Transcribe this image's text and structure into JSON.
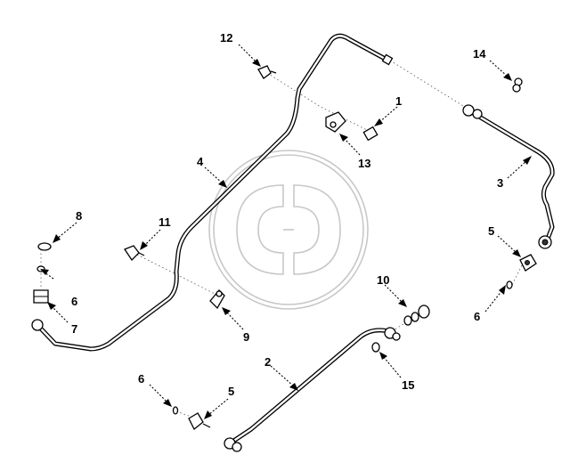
{
  "callouts": [
    {
      "id": "c1",
      "label": "1"
    },
    {
      "id": "c2",
      "label": "2"
    },
    {
      "id": "c3",
      "label": "3"
    },
    {
      "id": "c4",
      "label": "4"
    },
    {
      "id": "c5a",
      "label": "5"
    },
    {
      "id": "c5b",
      "label": "5"
    },
    {
      "id": "c6a",
      "label": "6"
    },
    {
      "id": "c6b",
      "label": "6"
    },
    {
      "id": "c6c",
      "label": "6"
    },
    {
      "id": "c7",
      "label": "7"
    },
    {
      "id": "c8",
      "label": "8"
    },
    {
      "id": "c9",
      "label": "9"
    },
    {
      "id": "c10",
      "label": "10"
    },
    {
      "id": "c11",
      "label": "11"
    },
    {
      "id": "c12",
      "label": "12"
    },
    {
      "id": "c13",
      "label": "13"
    },
    {
      "id": "c14",
      "label": "14"
    },
    {
      "id": "c15",
      "label": "15"
    }
  ],
  "colors": {
    "line": "#000000",
    "watermark": "#c8c8c8",
    "background": "#ffffff"
  }
}
